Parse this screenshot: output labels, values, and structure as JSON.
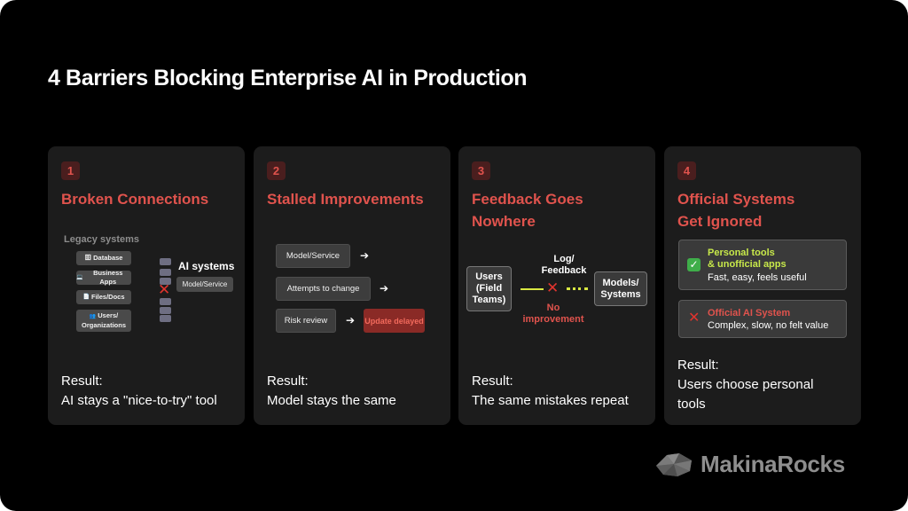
{
  "title": "4 Barriers Blocking Enterprise AI in Production",
  "cards": [
    {
      "number": "1",
      "title_lines": [
        "Broken Connections"
      ],
      "diagram": {
        "legacy_label": "Legacy systems",
        "legacy_items": [
          {
            "icon": "database-icon",
            "glyph": "🗄",
            "label": "Database"
          },
          {
            "icon": "laptop-icon",
            "glyph": "💻",
            "label": "Business Apps"
          },
          {
            "icon": "document-icon",
            "glyph": "📄",
            "label": "Files/Docs"
          },
          {
            "icon": "users-icon",
            "glyph": "👥",
            "label": "Users/"
          }
        ],
        "legacy_item_4_line2": "Organizations",
        "ai_label": "AI systems",
        "ai_box": "Model/Service"
      },
      "result_lines": [
        "Result:",
        "AI stays a \"nice-to-try\" tool"
      ]
    },
    {
      "number": "2",
      "title_lines": [
        "Stalled Improvements"
      ],
      "diagram": {
        "steps": [
          "Model/Service",
          "Attempts to change",
          "Risk review"
        ],
        "delayed": "Update delayed"
      },
      "result_lines": [
        "Result:",
        "Model stays the same"
      ]
    },
    {
      "number": "3",
      "title_lines": [
        "Feedback Goes",
        "Nowhere"
      ],
      "diagram": {
        "users": [
          "Users",
          "(Field",
          "Teams)"
        ],
        "log": [
          "Log/",
          "Feedback"
        ],
        "no_improvement": [
          "No",
          "improvement"
        ],
        "models": [
          "Models/",
          "Systems"
        ]
      },
      "result_lines": [
        "Result:",
        "The same mistakes repeat"
      ]
    },
    {
      "number": "4",
      "title_lines": [
        "Official Systems",
        "Get Ignored"
      ],
      "diagram": {
        "personal_title": [
          "Personal tools",
          "& unofficial apps"
        ],
        "personal_desc": "Fast, easy, feels useful",
        "official_title": "Official AI System",
        "official_desc": "Complex, slow, no felt value"
      },
      "result_lines": [
        "Result:",
        "Users choose personal",
        "tools"
      ]
    }
  ],
  "logo": {
    "text": "MakinaRocks"
  },
  "colors": {
    "accent_red": "#e0534d",
    "highlight_green": "#c7e84a",
    "card_bg": "#1c1c1c",
    "background": "#000000"
  }
}
